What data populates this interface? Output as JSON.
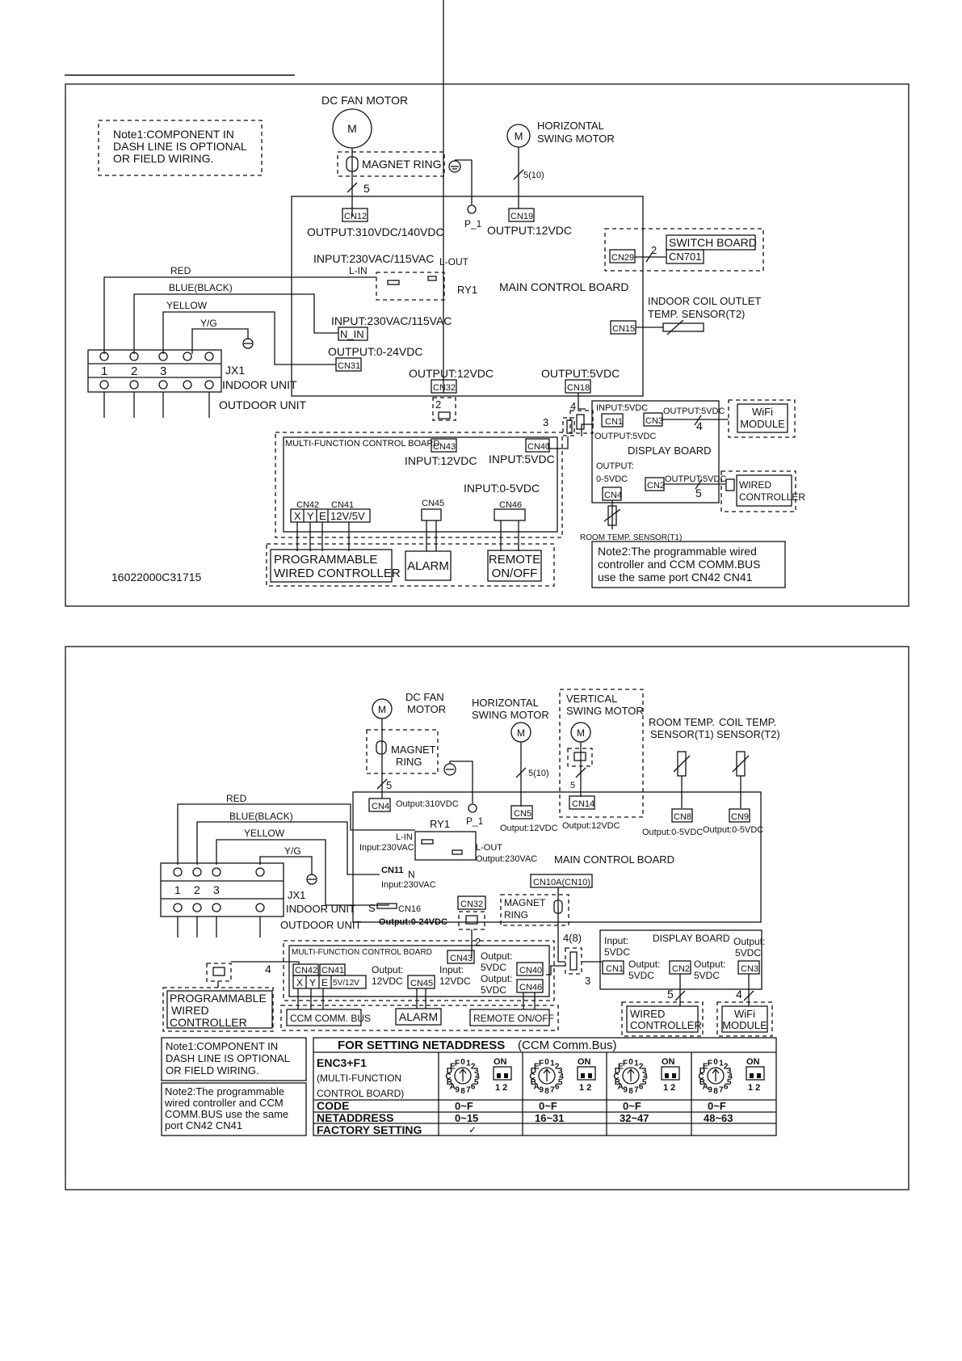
{
  "diagram1": {
    "note1": [
      "Note1:COMPONENT  IN",
      "DASH LINE IS OPTIONAL",
      "OR FIELD WIRING."
    ],
    "dc_fan_motor": "DC  FAN MOTOR",
    "motor_m": "M",
    "magnet_ring": "MAGNET RING",
    "wire_count_5": "5",
    "horizontal_swing_motor": [
      "HORIZONTAL",
      "SWING MOTOR"
    ],
    "wire_count_5_10": "5(10)",
    "cn12": "CN12",
    "p1": "P_1",
    "cn19": "CN19",
    "output_310": "OUTPUT:310VDC/140VDC",
    "output_12_top": "OUTPUT:12VDC",
    "switch_board": "SWITCH BOARD",
    "cn701": "CN701",
    "cn29": "CN29",
    "wire_count_2": "2",
    "input_230_top": "INPUT:230VAC/115VAC",
    "l_in": "L-IN",
    "l_out": "L-OUT",
    "ry1": "RY1",
    "main_control_board": "MAIN CONTROL BOARD",
    "red": "RED",
    "blue_black": "BLUE(BLACK)",
    "yellow": "YELLOW",
    "yg": "Y/G",
    "indoor_coil_sensor": [
      "INDOOR COIL OUTLET",
      "TEMP. SENSOR(T2)"
    ],
    "cn15": "CN15",
    "input_230_n": "INPUT:230VAC/115VAC",
    "n_in": "N_IN",
    "output_0_24": "OUTPUT:0-24VDC",
    "cn31": "CN31",
    "terminal_numbers": [
      "1",
      "2",
      "3"
    ],
    "jx1": "JX1",
    "indoor_unit": "INDOOR UNIT",
    "outdoor_unit": "OUTDOOR UNIT",
    "output_12_cn32": "OUTPUT:12VDC",
    "cn32": "CN32",
    "output_5_cn18": "OUTPUT:5VDC",
    "cn18": "CN18",
    "wire_count_2b": "2",
    "wire_count_3": "3",
    "wire_count_4": "4",
    "input_5vdc": "INPUT:5VDC",
    "cn1": "CN1",
    "output_5_cn3": "OUTPUT:5VDC",
    "cn3": "CN3",
    "wire_count_4b": "4",
    "wifi_module": [
      "WiFi",
      "MODULE"
    ],
    "output_5_display": "OUTPUT:5VDC",
    "display_board": "DISPLAY BOARD",
    "output_0_5": [
      "OUTPUT:",
      "0-5VDC"
    ],
    "cn2": "CN2",
    "output_5_cn2": "OUTPUT:5VDC",
    "wire_count_5b": "5",
    "wired_controller": [
      "WIRED",
      "CONTROLLER"
    ],
    "cn4": "CN4",
    "room_temp_sensor": "ROOM TEMP. SENSOR(T1)",
    "mfcb": "MULTI-FUNCTION CONTROL BOARD",
    "cn43": "CN43",
    "cn40": "CN40",
    "input_12_mf": "INPUT:12VDC",
    "input_5_mf": "INPUT:5VDC",
    "input_0_5": "INPUT:0-5VDC",
    "cn42": "CN42",
    "cn41": "CN41",
    "cn45": "CN45",
    "cn46": "CN46",
    "pins": [
      "X",
      "Y",
      "E",
      "12V/5V"
    ],
    "programmable": [
      "PROGRAMMABLE",
      "WIRED CONTROLLER"
    ],
    "alarm": "ALARM",
    "remote": [
      "REMOTE",
      "ON/OFF"
    ],
    "note2": [
      "Note2:The programmable wired",
      "controller and CCM COMM.BUS",
      "use the same port CN42 CN41"
    ],
    "part_number": "16022000C31715"
  },
  "diagram2": {
    "dc_fan_motor": [
      "DC FAN",
      "MOTOR"
    ],
    "motor_m": "M",
    "horizontal_swing_motor": [
      "HORIZONTAL",
      "SWING MOTOR"
    ],
    "vertical_swing_motor": [
      "VERTICAL",
      "SWING MOTOR"
    ],
    "room_temp_sensor": [
      "ROOM TEMP.",
      "SENSOR(T1)"
    ],
    "coil_temp_sensor": [
      "COIL TEMP.",
      "SENSOR(T2)"
    ],
    "magnet_ring": [
      "MAGNET",
      "RING"
    ],
    "wire_count_5": "5",
    "wire_count_5_10": "5(10)",
    "wire_count_5v": "5",
    "cn4": "CN4",
    "output_310": "Output:310VDC",
    "p1": "P_1",
    "cn5": "CN5",
    "output_12_cn5": "Output:12VDC",
    "cn14": "CN14",
    "output_12_cn14": "Output:12VDC",
    "cn8": "CN8",
    "output_0_5_cn8": "Output:0-5VDC",
    "cn9": "CN9",
    "output_0_5_cn9": "Output:0-5VDC",
    "red": "RED",
    "blue_black": "BLUE(BLACK)",
    "yellow": "YELLOW",
    "yg": "Y/G",
    "ry1": "RY1",
    "l_in": "L-IN",
    "input_230_l": "Input:230VAC",
    "l_out": "L-OUT",
    "output_230": "Output:230VAC",
    "cn11": "CN11",
    "n": "N",
    "input_230_n": "Input:230VAC",
    "main_control_board": "MAIN  CONTROL  BOARD",
    "cn10a": "CN10A(CN10)",
    "terminal_numbers": [
      "1",
      "2",
      "3"
    ],
    "jx1": "JX1",
    "indoor_unit": "INDOOR UNIT",
    "outdoor_unit": "OUTDOOR UNIT",
    "s": "S",
    "cn16": "CN16",
    "output_0_24": "Output:0-24VDC",
    "cn32": "CN32",
    "magnet_ring_b": [
      "MAGNET",
      "RING"
    ],
    "wire_count_2": "2",
    "wire_count_4_8": "4(8)",
    "wire_count_3": "3",
    "wire_count_4": "4",
    "mfcb": "MULTI-FUNCTION CONTROL BOARD",
    "cn43": "CN43",
    "input_12": [
      "Input:",
      "12VDC"
    ],
    "output_5_cn40": [
      "Output:",
      "5VDC"
    ],
    "cn40": "CN40",
    "output_5_cn46": [
      "Output:",
      "5VDC"
    ],
    "cn46": "CN46",
    "cn42": "CN42",
    "cn41": "CN41",
    "pins": [
      "X",
      "Y",
      "E",
      "5V/12V"
    ],
    "output_12_mf": [
      "Output:",
      "12VDC"
    ],
    "cn45": "CN45",
    "ccm_comm_bus": "CCM COMM. BUS",
    "alarm": "ALARM",
    "remote_onoff": "REMOTE ON/OFF",
    "programmable": [
      "PROGRAMMABLE",
      "WIRED",
      "CONTROLLER"
    ],
    "display_board": "DISPLAY BOARD",
    "input_5vdc": [
      "Input:",
      "5VDC"
    ],
    "cn1": "CN1",
    "output_5_cn1": [
      "Output:",
      "5VDC"
    ],
    "cn2": "CN2",
    "output_5_cn2": [
      "Output:",
      "5VDC"
    ],
    "output_5_cn3": [
      "Output:",
      "5VDC"
    ],
    "cn3": "CN3",
    "wire_count_5b": "5",
    "wire_count_4b": "4",
    "wired_controller": [
      "WIRED",
      "CONTROLLER"
    ],
    "wifi_module": [
      "WiFi",
      "MODULE"
    ],
    "note1": [
      "Note1:COMPONENT IN",
      "DASH LINE IS OPTIONAL",
      "OR FIELD WIRING."
    ],
    "note2": [
      "Note2:The programmable",
      "wired controller and CCM",
      "COMM.BUS use the same",
      "port CN42 CN41"
    ],
    "table": {
      "title_bold": "FOR SETTING NETADDRESS",
      "title_rest": " (CCM Comm.Bus)",
      "enc_label": "ENC3+F1",
      "enc_sub": [
        "(MULTI-FUNCTION",
        "CONTROL BOARD)"
      ],
      "dip_on": "ON",
      "dip_nums": "1 2",
      "rotary_digits": "0123456789ABCDEF",
      "rows": [
        {
          "label": "CODE",
          "values": [
            "0~F",
            "0~F",
            "0~F",
            "0~F"
          ]
        },
        {
          "label": "NETADDRESS",
          "values": [
            "0~15",
            "16~31",
            "32~47",
            "48~63"
          ]
        },
        {
          "label": "FACTORY SETTING",
          "values": [
            "✓",
            "",
            "",
            ""
          ]
        }
      ]
    }
  }
}
